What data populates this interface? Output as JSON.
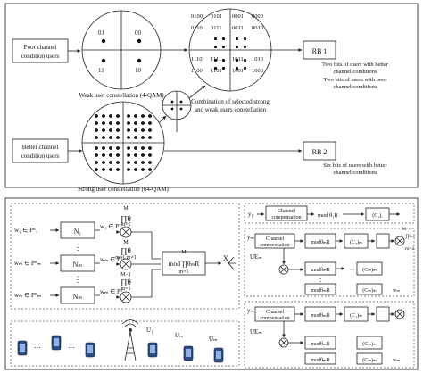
{
  "top": {
    "poor_users": [
      "Poor channel",
      "condition users"
    ],
    "better_users": [
      "Better channel",
      "condition users"
    ],
    "qam4_symbols": [
      "01",
      "00",
      "11",
      "10"
    ],
    "qam4_caption": "Weak user constellation (4-QAM)",
    "qam64_caption": "Strong user constellation (64-QAM)",
    "combined_symbols": [
      "0100",
      "0101",
      "0001",
      "0000",
      "0110",
      "0111",
      "0011",
      "0010",
      "1110",
      "1111",
      "1011",
      "1010",
      "1100",
      "1101",
      "1001",
      "1000"
    ],
    "combined_caption": [
      "Combination of selected strong",
      "and weak users constellation"
    ],
    "rb1": "RB 1",
    "rb2": "RB 2",
    "rb1_note": [
      "Two bits of users with better",
      "channel conditions",
      "Two bits of users with poor",
      "channel conditions"
    ],
    "rb2_note": [
      "Six bits of users with better",
      "channel conditions"
    ]
  },
  "left": {
    "inputs": [
      "w₁ ∈ Pᴿ₁",
      "wₘ ∈ Pᴿₘ",
      "wₘ ∈ Pᴿₘ"
    ],
    "blocks": [
      "N₁",
      "Nₘ",
      "Nₘ"
    ],
    "mid_inputs": [
      "w₁ ∈ Pᵀ₁",
      "wₘ ∈ Pᵀₘ",
      "wₘ ∈ Pᵀₘ"
    ],
    "prod_labels": [
      "M",
      "m=2",
      "M",
      "m=1,m≠1",
      "M−1",
      "m=1"
    ],
    "mod_label": "mod ∏θₘR",
    "mod_sub": "m=1",
    "mod_top": "M",
    "output": "X",
    "users": [
      "U₁",
      "Uₘ",
      "Uₘ"
    ]
  },
  "right": {
    "top_input": "y₁",
    "channel_comp": [
      "Channel",
      "compensation"
    ],
    "mod_theta": "mod θ₁R",
    "y_terms": [
      "y₁",
      "(C₁)ᵣ"
    ],
    "prod": [
      "M",
      "∏θₘ",
      "m=2"
    ],
    "ue_m": "UEₘ",
    "ue_M": "UEₘ",
    "y_m": "yₘ",
    "mod_m": "modθₘR",
    "c_labels": [
      "(C₁)ₘ",
      "C₁",
      "(Cₘ)ₘ",
      "wₘ"
    ]
  }
}
